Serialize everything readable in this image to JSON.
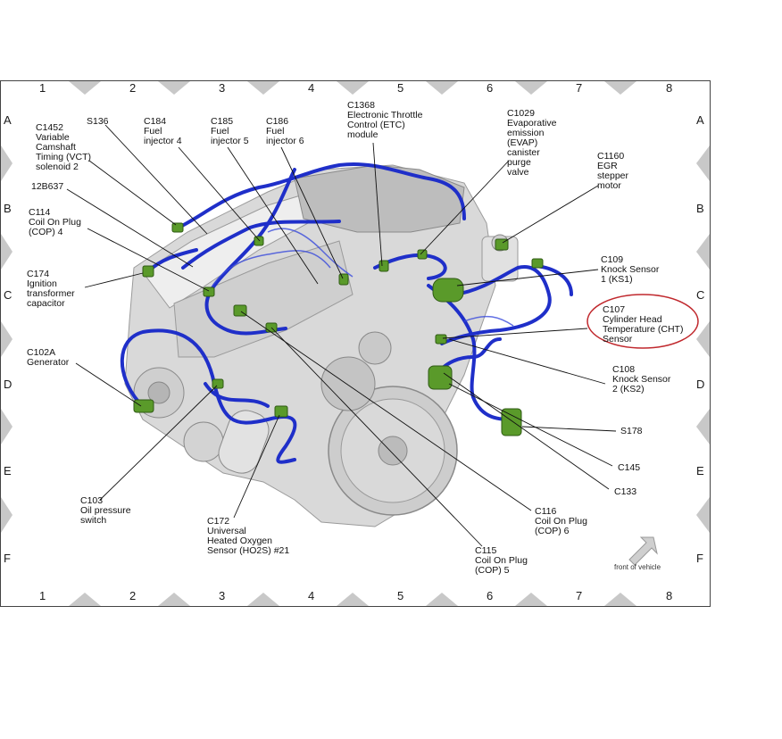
{
  "grid": {
    "columns": [
      "1",
      "2",
      "3",
      "4",
      "5",
      "6",
      "7",
      "8"
    ],
    "rows": [
      "A",
      "B",
      "C",
      "D",
      "E",
      "F"
    ]
  },
  "labels": {
    "c1452": "C1452\nVariable\nCamshaft\nTiming (VCT)\nsolenoid 2",
    "s136": "S136",
    "c184": "C184\nFuel\ninjector 4",
    "c185": "C185\nFuel\ninjector 5",
    "c186": "C186\nFuel\ninjector 6",
    "c1368": "C1368\nElectronic Throttle\nControl (ETC)\nmodule",
    "c1029": "C1029\nEvaporative\nemission\n(EVAP)\ncanister\npurge\nvalve",
    "c1160": "C1160\nEGR\nstepper\nmotor",
    "b12b637": "12B637",
    "c114": "C114\nCoil On Plug\n(COP) 4",
    "c174": "C174\nIgnition\ntransformer\ncapacitor",
    "c109": "C109\nKnock Sensor\n1 (KS1)",
    "c107": "C107\nCylinder Head\nTemperature (CHT)\nSensor",
    "c102a": "C102A\nGenerator",
    "c108": "C108\nKnock Sensor\n2 (KS2)",
    "s178": "S178",
    "c145": "C145",
    "c133": "C133",
    "c103": "C103\nOil pressure\nswitch",
    "c172": "C172\nUniversal\nHeated Oxygen\nSensor (HO2S) #21",
    "c116": "C116\nCoil On Plug\n(COP) 6",
    "c115": "C115\nCoil On Plug\n(COP) 5",
    "front": "front of vehicle"
  },
  "colors": {
    "harness": "#1f2fc9",
    "connector": "#5a9a2a",
    "highlight": "#c0282d",
    "engine": "#d7d7d7",
    "marker": "#c8c8c8"
  }
}
